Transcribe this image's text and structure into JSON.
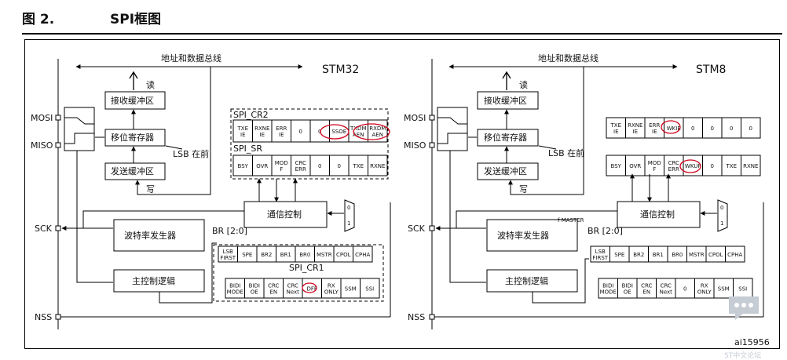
{
  "figure": {
    "number": "图 2.",
    "title": "SPI框图",
    "code": "ai15956"
  },
  "colors": {
    "highlight": "#d0021b",
    "watermark": "#c6ccd4"
  },
  "watermark": {
    "icon": "chat-bubble-icon",
    "text": "ST中文论坛"
  },
  "stm32": {
    "chip": "STM32",
    "bus": "地址和数据总线",
    "rx_buffer": "接收缓冲区",
    "shift_register": "移位寄存器",
    "tx_buffer": "发送缓冲区",
    "read": "读",
    "write": "写",
    "lsb_first": "LSB 在前",
    "comm_ctrl": "通信控制",
    "baud_gen": "波特率发生器",
    "master_ctrl": "主控制逻辑",
    "br": "BR [2:0]",
    "mux_0": "0",
    "mux_1": "1",
    "cr2_label": "SPI_CR2",
    "sr_label": "SPI_SR",
    "cr1_label": "SPI_CR1",
    "cr2": [
      "TXE IE",
      "RXNE IE",
      "ERR IE",
      "0",
      "0",
      "SSOE",
      "TXDM AEN",
      "RXDM AEN"
    ],
    "sr": [
      "BSY",
      "OVR",
      "MOD F",
      "CRC ERR",
      "0",
      "0",
      "TXE",
      "RXNE"
    ],
    "cr1_top": [
      "LSB FIRST",
      "SPE",
      "BR2",
      "BR1",
      "BR0",
      "MSTR",
      "CPOL",
      "CPHA"
    ],
    "cr1_bottom": [
      "BIDI MODE",
      "BIDI OE",
      "CRC EN",
      "CRC Next",
      "DFF",
      "RX ONLY",
      "SSM",
      "SSI"
    ]
  },
  "stm8": {
    "chip": "STM8",
    "bus": "地址和数据总线",
    "rx_buffer": "接收缓冲区",
    "shift_register": "移位寄存器",
    "tx_buffer": "发送缓冲区",
    "read": "读",
    "write": "写",
    "lsb_first": "LSB 在前",
    "comm_ctrl": "通信控制",
    "baud_gen": "波特率发生器",
    "master_ctrl": "主控制逻辑",
    "br": "BR [2:0]",
    "f_master": "f MASTER",
    "mux_0": "0",
    "mux_1": "1",
    "icr": [
      "TXE IE",
      "RXNE IE",
      "ERR IE",
      "WKIE",
      "0",
      "0",
      "0",
      "0"
    ],
    "sr": [
      "BSY",
      "OVR",
      "MOD F",
      "CRC ERR",
      "WKUP",
      "0",
      "TXE",
      "RXNE"
    ],
    "cr1": [
      "LSB FIRST",
      "SPE",
      "BR2",
      "BR1",
      "BR0",
      "MSTR",
      "CPOL",
      "CPHA"
    ],
    "cr2": [
      "BIDI MODE",
      "BIDI OE",
      "CRC EN",
      "CRC Next",
      "0",
      "RX ONLY",
      "SSM",
      "SSI"
    ]
  },
  "pins": {
    "mosi": "MOSI",
    "miso": "MISO",
    "sck": "SCK",
    "nss": "NSS"
  }
}
